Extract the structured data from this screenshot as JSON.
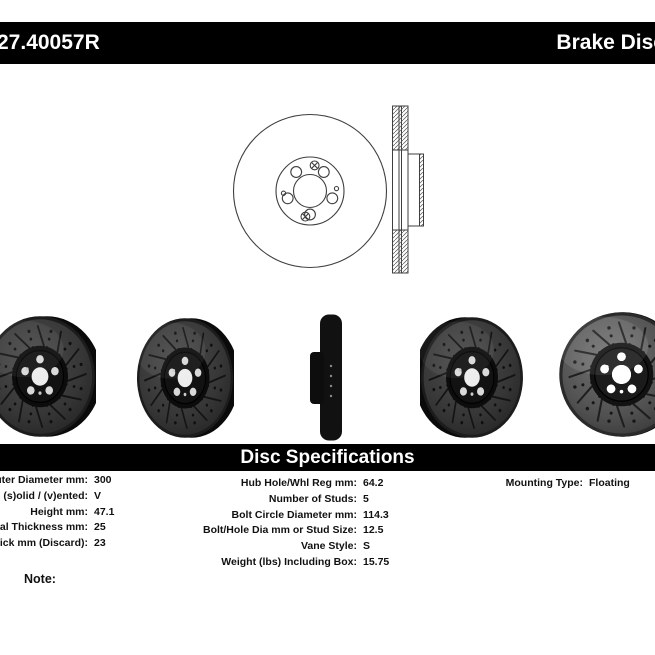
{
  "colors": {
    "bar_background": "#000000",
    "bar_text": "#ffffff",
    "page_background": "#ffffff",
    "spec_text": "#111111"
  },
  "header": {
    "part_number": "27.40057R",
    "product_title": "Brake Disc"
  },
  "spec_section": {
    "title": "Disc Specifications",
    "left_column": [
      {
        "label": "Outer Diameter mm:",
        "value": "300"
      },
      {
        "label": "(s)olid / (v)ented:",
        "value": "V"
      },
      {
        "label": "Height mm:",
        "value": "47.1"
      },
      {
        "label": "Nominal Thickness mm:",
        "value": "25"
      },
      {
        "label": "Min Thick mm (Discard):",
        "value": "23"
      }
    ],
    "middle_column": [
      {
        "label": "Hub Hole/Whl Reg mm:",
        "value": "64.2"
      },
      {
        "label": "Number of Studs:",
        "value": "5"
      },
      {
        "label": "Bolt Circle Diameter mm:",
        "value": "114.3"
      },
      {
        "label": "Bolt/Hole Dia mm or Stud Size:",
        "value": "12.5"
      },
      {
        "label": "Vane Style:",
        "value": "S"
      },
      {
        "label": "Weight (lbs) Including Box:",
        "value": "15.75"
      }
    ],
    "right_column": [
      {
        "label": "Mounting Type:",
        "value": "Floating"
      }
    ]
  },
  "note_label": "Note:"
}
